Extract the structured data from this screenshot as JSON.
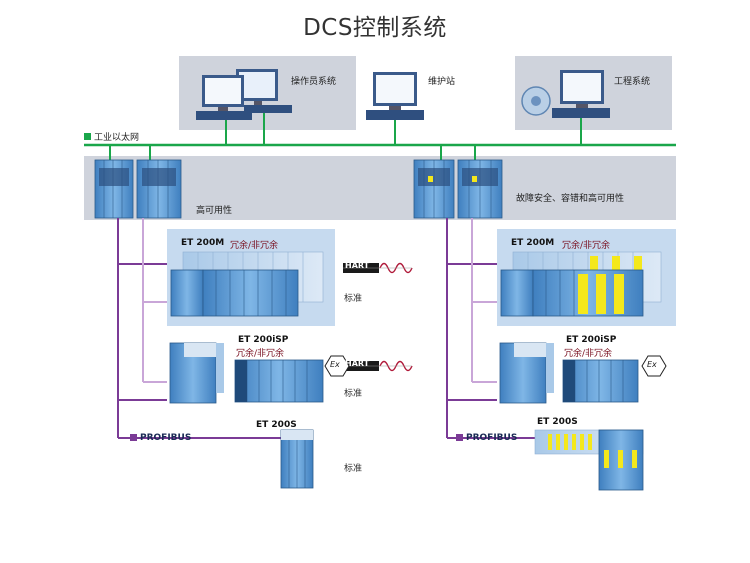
{
  "title": "DCS控制系统",
  "stations": {
    "operator": "操作员系统",
    "maintenance": "维护站",
    "engineering": "工程系统"
  },
  "network": {
    "ethernet": "工业以太网",
    "profibus_left": "PROFIBUS",
    "profibus_right": "PROFIBUS"
  },
  "controllers": {
    "left_label": "高可用性",
    "right_label": "故障安全、容错和高可用性"
  },
  "left": {
    "et200m": "ET 200M",
    "et200m_red": "冗余/非冗余",
    "std1": "标准",
    "et200isp": "ET 200iSP",
    "et200isp_red": "冗余/非冗余",
    "std2": "标准",
    "et200s": "ET 200S",
    "std3": "标准"
  },
  "right": {
    "et200m": "ET 200M",
    "et200m_red": "冗余/非冗余",
    "et200isp": "ET 200iSP",
    "et200isp_red": "冗余/非冗余",
    "et200s": "ET 200S"
  },
  "hart": "HART",
  "ex_symbol": "Ex",
  "colors": {
    "panel": "#cfd3dc",
    "light_panel": "#c6daef",
    "ethernet": "#1aa64a",
    "profibus": "#7b3b96",
    "module": "#5f9fd6",
    "safety_yellow": "#f4e81c"
  }
}
